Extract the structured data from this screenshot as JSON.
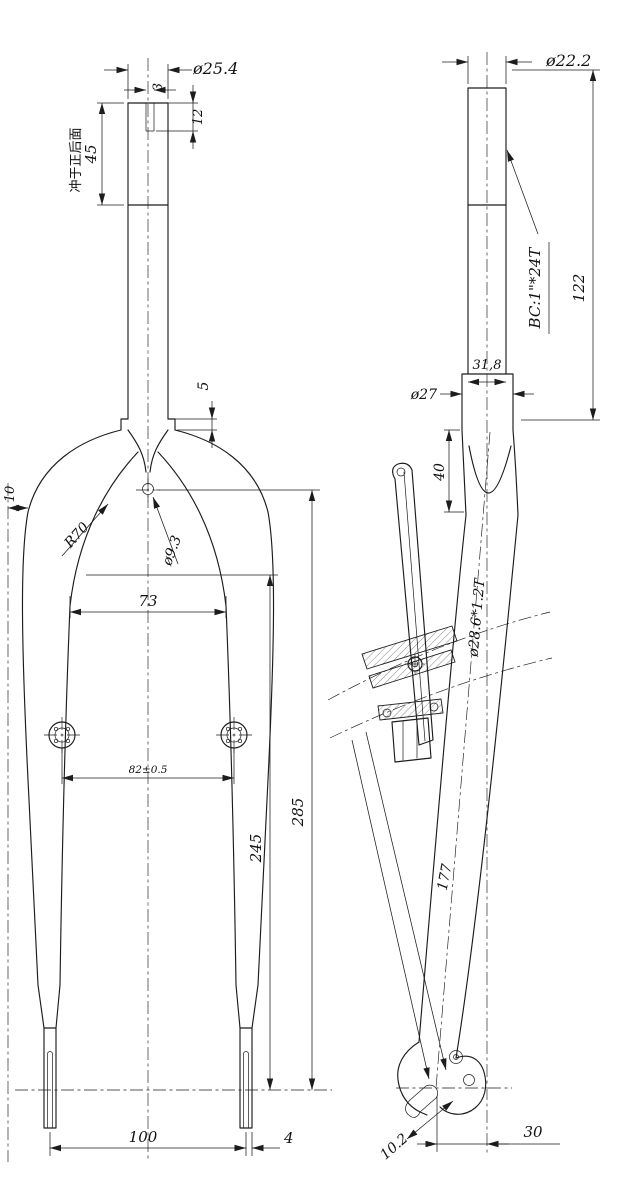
{
  "drawing": {
    "front_view": {
      "steerer_diameter": "ø25.4",
      "keyway_width": "3",
      "keyway_depth": "12",
      "thread_length": "45",
      "stamp_note": "冲于正后面",
      "race_height": "5",
      "edge_offset": "10",
      "blade_bend_radius": "R70",
      "crown_hole_diameter": "ø9.3",
      "blade_inner_spacing": "73",
      "boss_spacing": "82±0.5",
      "crown_to_axle": "285",
      "shoulder_to_axle": "245",
      "dropout_spacing": "100",
      "dropout_thickness": "4"
    },
    "side_view": {
      "steerer_diameter": "ø22.2",
      "thread_spec": "BC:1\"*24T",
      "steerer_length": "122",
      "crown_race_width": "31,8",
      "lower_diameter": "ø27",
      "crown_height": "40",
      "blade_tube_spec": "ø28.6*1.2T",
      "pivot_to_axle": "177",
      "slot_width": "10.2",
      "fork_rake": "30"
    }
  }
}
